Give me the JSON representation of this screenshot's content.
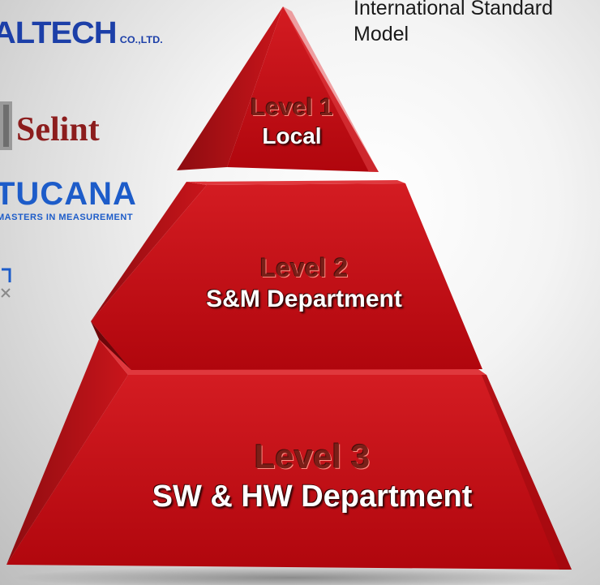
{
  "heading": {
    "line1": "International Standard",
    "line2": "Model"
  },
  "logos": {
    "altech": "ALTECH",
    "altech_suffix": "CO.,LTD.",
    "selint": "Selint",
    "tucana": "TUCANA",
    "tucana_tagline": "MASTERS IN MEASUREMENT"
  },
  "pyramid": {
    "level1": {
      "level": "Level 1",
      "name": "Local"
    },
    "level2": {
      "level": "Level 2",
      "name": "S&M Department"
    },
    "level3": {
      "level": "Level 3",
      "name": "SW & HW Department"
    }
  },
  "colors": {
    "face": "#c8141b",
    "face_dark": "#7d0a0e",
    "face_light": "#e8343a",
    "background": "#ececec"
  }
}
